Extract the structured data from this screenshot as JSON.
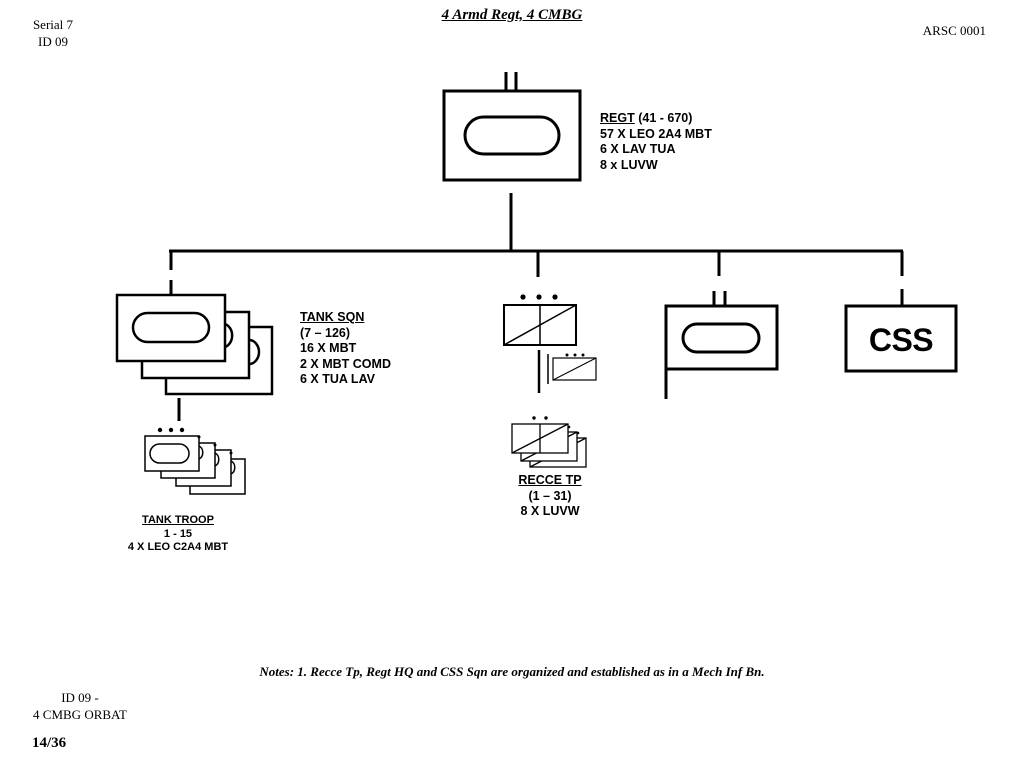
{
  "header": {
    "title": "4 Armd Regt, 4 CMBG",
    "serial_line1": "Serial 7",
    "serial_line2": "ID 09",
    "ref": "ARSC 0001"
  },
  "regt": {
    "label": "REGT",
    "strength": " (41 - 670)",
    "line1": "57 X LEO 2A4 MBT",
    "line2": "6 X LAV TUA",
    "line3": "8 x LUVW"
  },
  "tank_sqn": {
    "label": "TANK SQN",
    "strength": "(7 – 126)",
    "line1": "16 X MBT",
    "line2": "2 X MBT COMD",
    "line3": "6 X TUA LAV"
  },
  "tank_troop": {
    "label": "TANK TROOP",
    "strength": "1 - 15",
    "line1": "4 X LEO C2A4 MBT"
  },
  "recce_tp": {
    "label": "RECCE TP",
    "strength": "(1 – 31)",
    "line1": "8 X LUVW"
  },
  "css_sqn": {
    "label": "CSS"
  },
  "notes": "Notes:  1. Recce Tp, Regt HQ and CSS Sqn are organized and established as in a Mech Inf Bn.",
  "footer": {
    "line1": "ID 09 -",
    "line2": "4 CMBG ORBAT",
    "page": "14/36"
  }
}
